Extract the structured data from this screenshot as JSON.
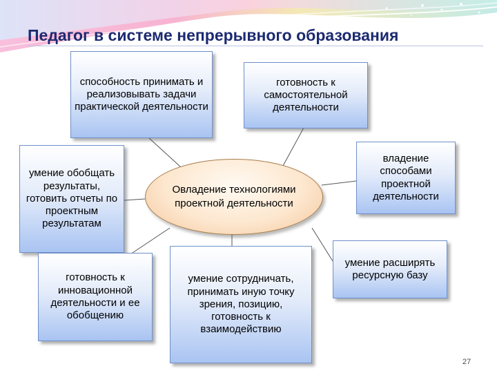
{
  "title": "Педагог в системе непрерывного образования",
  "center": "Овладение технологиями проектной деятельности",
  "boxes": {
    "practical": "способность принимать и реализовывать задачи практической деятельности",
    "independent": "готовность к самостоятельной деятельности",
    "generalize": "умение обобщать результаты, готовить отчеты по проектным результатам",
    "project_methods": "владение способами проектной деятельности",
    "innovation": "готовность к инновационной деятельности и ее обобщению",
    "cooperation": "умение сотрудничать, принимать иную точку зрения, позицию, готовность к взаимодействию",
    "resources": "умение расширять ресурсную базу"
  },
  "page_number": "27",
  "colors": {
    "title": "#1c2a70",
    "box_border": "#6f8fc8",
    "box_gradient_bottom": "#a9c4f2",
    "oval_fill": "#fde7cf",
    "oval_border": "#a67c4a",
    "connector": "#555555"
  }
}
